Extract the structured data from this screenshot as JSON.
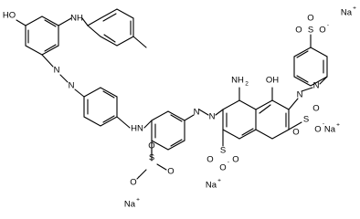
{
  "molecule": {
    "atom_labels": {
      "hydroxy_aminophenyl": "HO",
      "diarylamine_nh": "NH",
      "azo_n_a1": "N",
      "azo_n_a2": "N",
      "bridge_nh": "HN",
      "sulfonate_s_left": "S",
      "sulfonate_o_left_up": "O",
      "sulfonate_o_left_down": "O",
      "sulfonate_o_left_minus": "O",
      "azo_n_b1": "N",
      "azo_n_b2": "N",
      "amino": "NH",
      "amino_sub": "2",
      "naphthol_oh": "OH",
      "azo_n_c1": "N",
      "azo_n_c2": "N",
      "sulfonate_s_mid": "S",
      "sulfonate_o_mid_up": "O",
      "sulfonate_o_mid_down": "O",
      "sulfonate_o_mid_minus": "O",
      "sulfonate_s_low": "S",
      "sulfonate_o_low_a": "O",
      "sulfonate_o_low_b": "O",
      "sulfonate_o_low_minus": "O",
      "sulfonate_s_top": "S",
      "sulfonate_o_top_a": "O",
      "sulfonate_o_top_b": "O",
      "sulfonate_o_top_minus": "O"
    },
    "counterions": [
      "Na",
      "Na",
      "Na",
      "Na"
    ],
    "charges": {
      "minus": "-",
      "plus": "+"
    }
  }
}
